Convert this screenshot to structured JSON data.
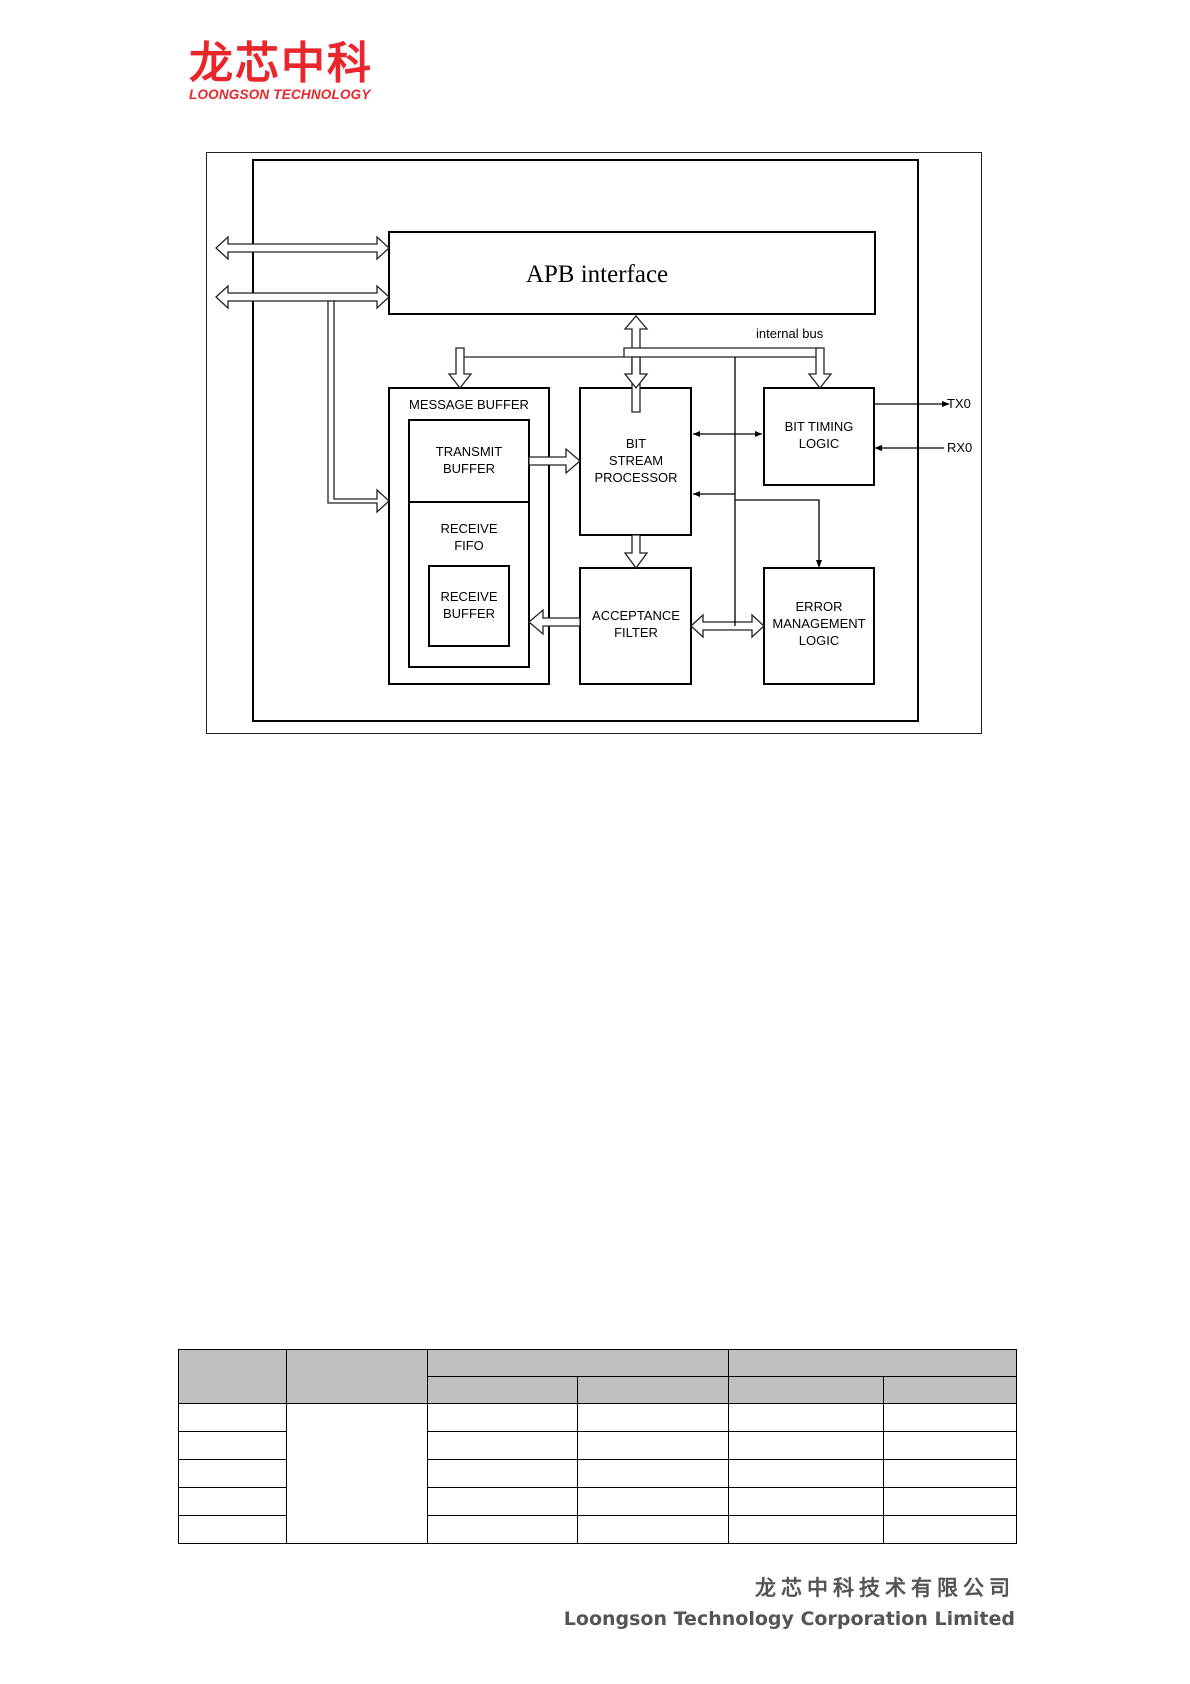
{
  "header": {
    "logo_cn": "龙芯中科",
    "logo_en": "LOONGSON TECHNOLOGY",
    "brand_color": "#e8262b"
  },
  "diagram": {
    "title": "APB interface",
    "internal_bus_label": "internal bus",
    "message_buffer_label": "MESSAGE BUFFER",
    "transmit_buffer": [
      "TRANSMIT",
      "BUFFER"
    ],
    "receive_fifo": [
      "RECEIVE",
      "FIFO"
    ],
    "receive_buffer": [
      "RECEIVE",
      "BUFFER"
    ],
    "bit_stream_processor": [
      "BIT",
      "STREAM",
      "PROCESSOR"
    ],
    "acceptance_filter": [
      "ACCEPTANCE",
      "FILTER"
    ],
    "bit_timing_logic": [
      "BIT TIMING",
      "LOGIC"
    ],
    "error_management_logic": [
      "ERROR",
      "MANAGEMENT",
      "LOGIC"
    ],
    "tx_label": "TX0",
    "rx_label": "RX0"
  },
  "table": {
    "header_color": "#c0c0c0",
    "rows": 5
  },
  "footer": {
    "company_cn": "龙芯中科技术有限公司",
    "company_en": "Loongson Technology Corporation Limited"
  }
}
